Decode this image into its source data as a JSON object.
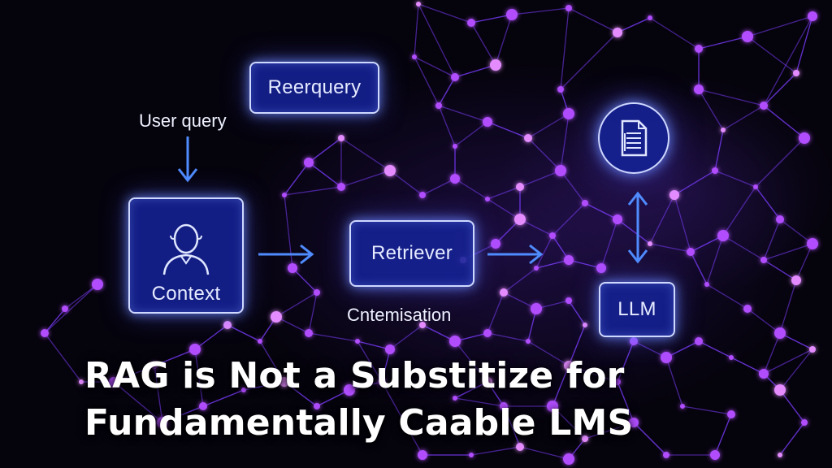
{
  "headline": {
    "line1": "RAG is Not a Substitize for",
    "line2": "Fundamentally Caable LMS"
  },
  "diagram": {
    "user_query_label": "User query",
    "requery_box": "Reerquery",
    "context_box": "Context",
    "retriever_box": "Retriever",
    "context_optimisation_label": "Cntemisation",
    "llm_box": "LLM"
  },
  "icons": {
    "context": "person-icon",
    "document": "document-icon",
    "arrows": [
      "arrow-down-icon",
      "arrow-right-icon",
      "arrow-right-icon",
      "arrow-up-down-icon"
    ]
  },
  "colors": {
    "background": "#05030c",
    "box_fill": "#16228f",
    "box_border": "#cfd8ff",
    "arrow": "#4f8cff",
    "network_node": "#b14dff",
    "network_edge": "#7b3cff"
  }
}
